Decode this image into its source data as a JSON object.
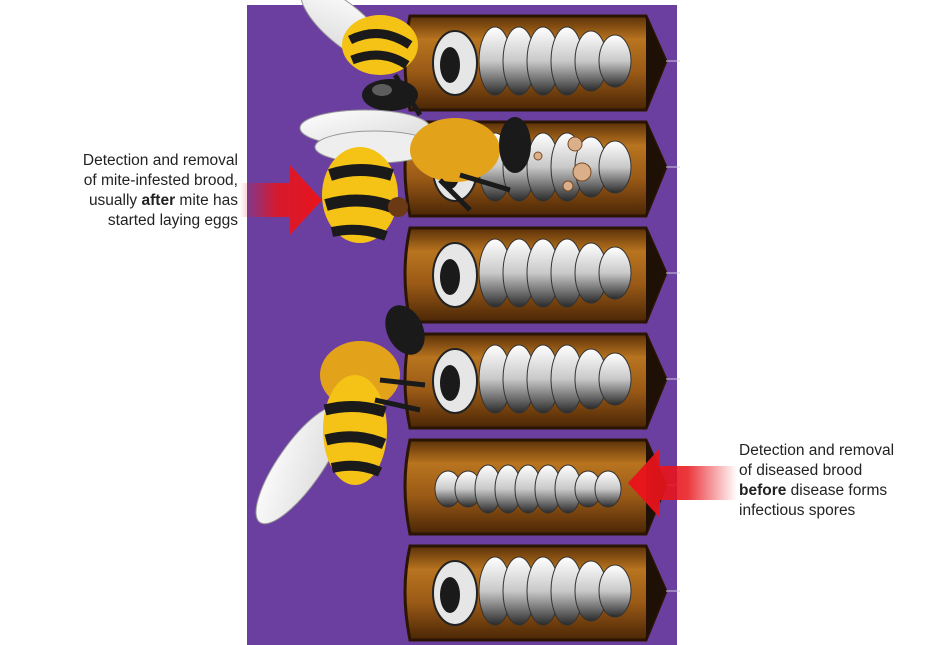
{
  "captions": {
    "left": {
      "line1": "Detection and removal",
      "line2": "of mite-infested brood,",
      "line3_pre": "usually ",
      "line3_bold": "after",
      "line3_post": " mite has",
      "line4": "started laying eggs"
    },
    "right": {
      "line1": "Detection and removal",
      "line2": "of diseased brood",
      "line3_bold": "before",
      "line3_post": " disease forms",
      "line4": "infectious spores"
    }
  },
  "colors": {
    "background": "#6b3fa0",
    "cell": "#a0601c",
    "cell_dark": "#3d1f05",
    "arrow": "#e8141b",
    "bee_yellow": "#f4c316",
    "bee_black": "#1a1a1a"
  },
  "cells": [
    {
      "content": "capped-pupa"
    },
    {
      "content": "capped-pupa-with-mites"
    },
    {
      "content": "capped-pupa"
    },
    {
      "content": "capped-pupa"
    },
    {
      "content": "diseased-larva"
    },
    {
      "content": "capped-pupa"
    }
  ]
}
